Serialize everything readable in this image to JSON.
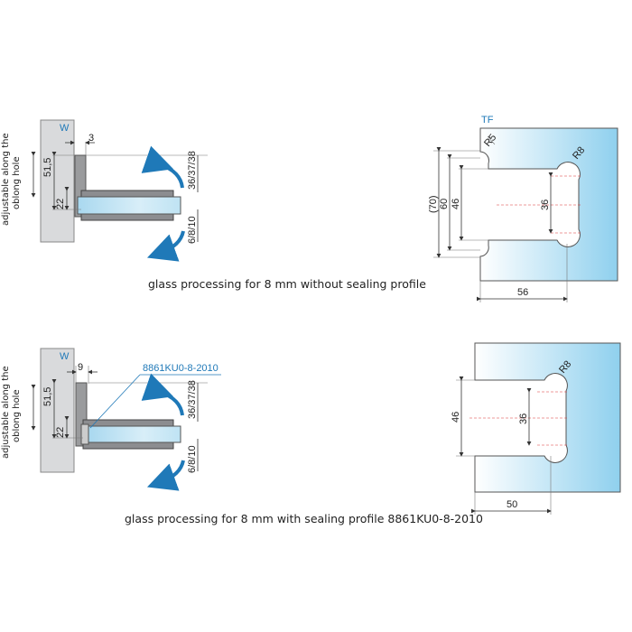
{
  "top": {
    "side_label": [
      "adjustable along the",
      "oblong hole"
    ],
    "wall_label": "W",
    "gap": "3",
    "height_total": "51,5",
    "height_clamp": "22",
    "upper_range": "36/37/38",
    "glass_range": "6/8/10",
    "caption": "glass processing for 8 mm without sealing profile",
    "glass_label": "TF",
    "radius_small": "R5",
    "radius_large": "R8",
    "dim_70": "(70)",
    "dim_60": "60",
    "dim_46": "46",
    "dim_36": "36",
    "dim_depth": "56"
  },
  "bottom": {
    "side_label": [
      "adjustable along the",
      "oblong hole"
    ],
    "wall_label": "W",
    "gap": "9",
    "part_number": "8861KU0-8-2010",
    "height_total": "51,5",
    "height_clamp": "22",
    "upper_range": "36/37/38",
    "glass_range": "6/8/10",
    "caption": "glass processing for 8 mm with sealing profile 8861KU0-8-2010",
    "radius_large": "R8",
    "dim_46": "46",
    "dim_36": "36",
    "dim_depth": "50"
  },
  "colors": {
    "accent": "#1f79b8",
    "glass": "#8fd0ee",
    "wall": "#d9dadc"
  }
}
